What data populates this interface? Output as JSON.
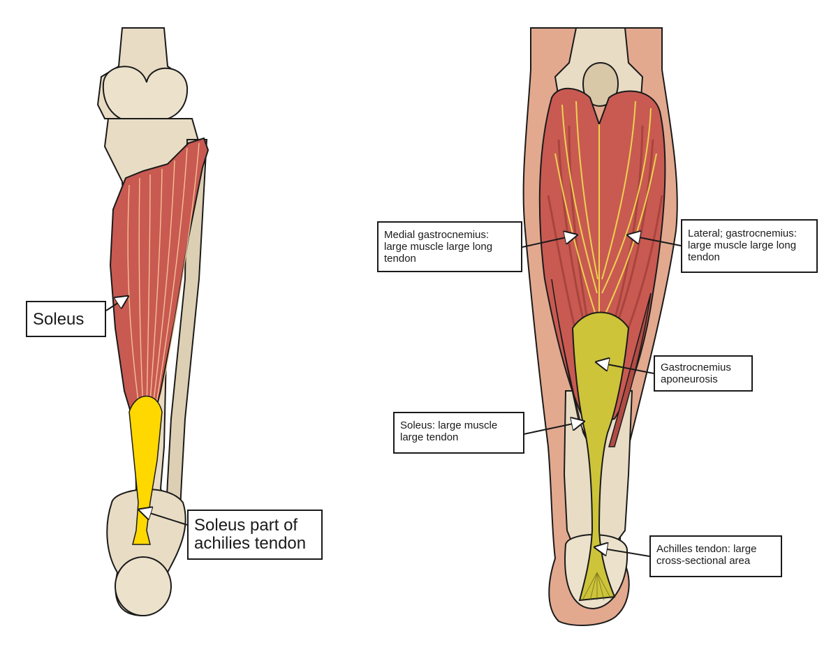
{
  "labels": {
    "soleus": {
      "lines": [
        "Soleus"
      ]
    },
    "soleus_part_achilles": {
      "lines": [
        "Soleus part of",
        "achilies tendon"
      ]
    },
    "medial_gastrocnemius": {
      "lines": [
        "Medial gastrocnemius:",
        "large muscle large long",
        "tendon"
      ]
    },
    "lateral_gastrocnemius": {
      "lines": [
        "Lateral; gastrocnemius:",
        "large muscle large long",
        "tendon"
      ]
    },
    "gastrocnemius_aponeurosis": {
      "lines": [
        "Gastrocnemius",
        "aponeurosis"
      ]
    },
    "soleus_large": {
      "lines": [
        "Soleus: large muscle",
        "large tendon"
      ]
    },
    "achilles_tendon": {
      "lines": [
        "Achilles tendon: large",
        "cross-sectional area"
      ]
    }
  },
  "colors": {
    "muscle": "#c85a52",
    "muscle_dark": "#9d3b35",
    "tendon_yellow": "#ffd800",
    "aponeurosis": "#cdc43a",
    "bone": "#e8dcc4",
    "bone_shadow": "#d2c3a6",
    "skin": "#e2a98f",
    "outline": "#1a1a1a"
  }
}
